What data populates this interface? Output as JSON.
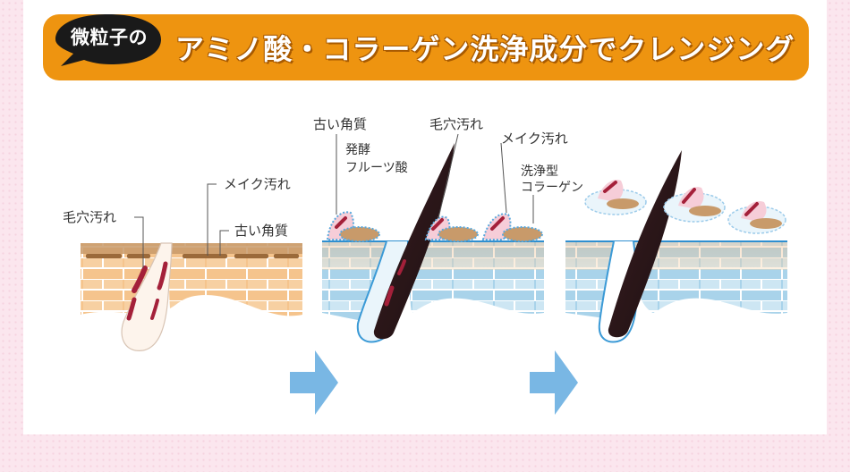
{
  "banner": {
    "bubble_text": "微粒子の",
    "headline": "アミノ酸・コラーゲン洗浄成分でクレンジング",
    "bg_color": "#ee9410"
  },
  "stage1": {
    "label_pore": "毛穴汚れ",
    "label_makeup": "メイク汚れ",
    "label_keratin": "古い角質"
  },
  "stage2": {
    "label_keratin": "古い角質",
    "label_pore": "毛穴汚れ",
    "label_makeup": "メイク汚れ",
    "label_fruit_line1": "発酵",
    "label_fruit_line2": "フルーツ酸",
    "label_collagen_line1": "洗浄型",
    "label_collagen_line2": "コラーゲン"
  },
  "colors": {
    "skin": "#f5c48d",
    "brick_line": "#ffffff",
    "arrow": "#79b7e4",
    "keratin": "#c89a6a",
    "dirt": "#a4203a",
    "bubble": "#5aa9dd"
  }
}
